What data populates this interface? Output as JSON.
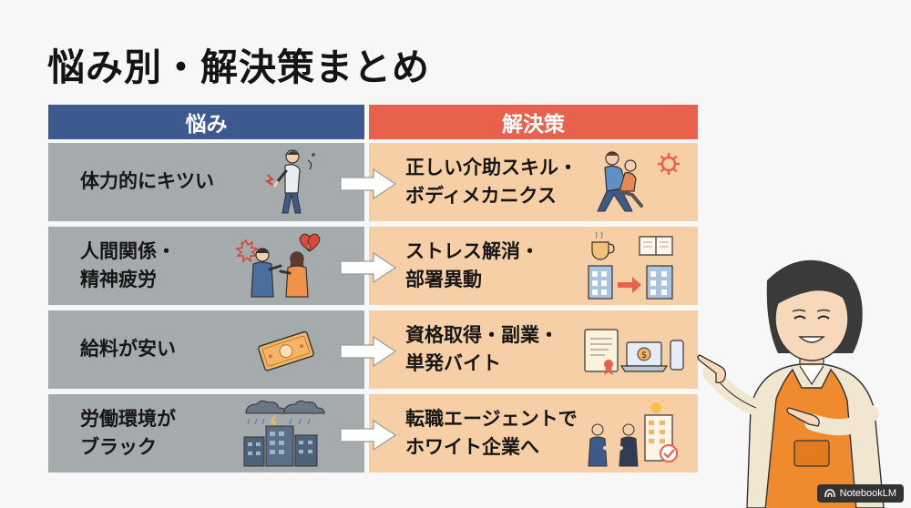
{
  "title": "悩み別・解決策まとめ",
  "header": {
    "problems": "悩み",
    "solutions": "解決策"
  },
  "rows": [
    {
      "problem": "体力的にキツい",
      "solution": "正しい介助スキル・\nボディメカニクス"
    },
    {
      "problem": "人間関係・\n精神疲労",
      "solution": "ストレス解消・\n部署異動"
    },
    {
      "problem": "給料が安い",
      "solution": "資格取得・副業・\n単発バイト"
    },
    {
      "problem": "労働環境が\nブラック",
      "solution": "転職エージェントで\nホワイト企業へ"
    }
  ],
  "watermark": "NotebookLM",
  "colors": {
    "problem_header": "#3d5a8e",
    "solution_header": "#e8614d",
    "problem_cell": "#a5aaad",
    "solution_cell": "#f7cfa6"
  }
}
